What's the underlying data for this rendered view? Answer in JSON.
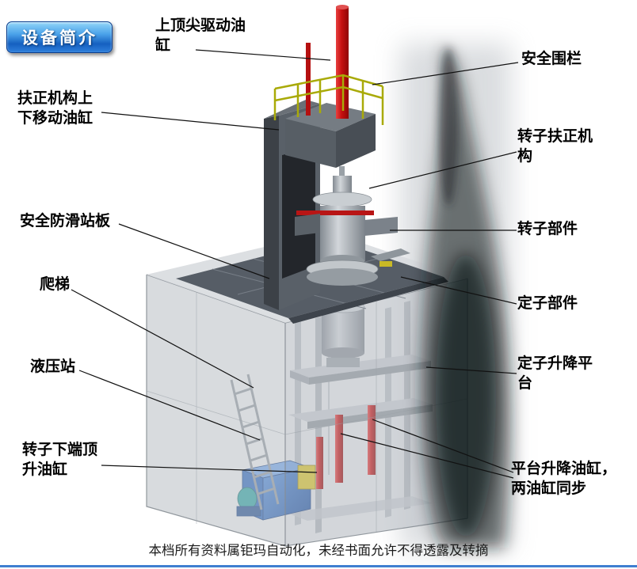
{
  "page": {
    "title_badge": "设备简介",
    "footer": "本档所有资料属钜玛自动化，未经书面允许不得透露及转摘"
  },
  "labels": [
    {
      "name": "top-center-drive-cylinder",
      "text": "上顶尖驱动油\n缸"
    },
    {
      "name": "safety-fence",
      "text": "安全围栏"
    },
    {
      "name": "centering-mechanism-lift-cylinder",
      "text": "扶正机构上\n下移动油缸"
    },
    {
      "name": "rotor-centering-mechanism",
      "text": "转子扶正机\n构"
    },
    {
      "name": "anti-slip-standing-board",
      "text": "安全防滑站板"
    },
    {
      "name": "rotor-part",
      "text": "转子部件"
    },
    {
      "name": "ladder",
      "text": "爬梯"
    },
    {
      "name": "stator-part",
      "text": "定子部件"
    },
    {
      "name": "hydraulic-station",
      "text": "液压站"
    },
    {
      "name": "stator-lifting-platform",
      "text": "定子升降平\n台"
    },
    {
      "name": "rotor-bottom-jacking-cylinder",
      "text": "转子下端顶\n升油缸"
    },
    {
      "name": "platform-lifting-cylinders",
      "text": "平台升降油缸，\n两油缸同步"
    }
  ],
  "colors": {
    "badge_blue": "#2f7fd6",
    "cylinder_red": "#c50f0f",
    "railing_yellow": "#a9aa08",
    "hydraulic_blue": "#2f66b8",
    "platform_gray": "#565d66"
  }
}
